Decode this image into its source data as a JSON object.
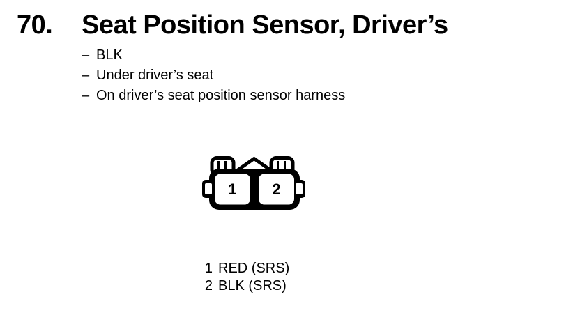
{
  "page": {
    "background": "#ffffff",
    "text_color": "#000000"
  },
  "header": {
    "item_number": "70.",
    "title": "Seat Position Sensor, Driver’s"
  },
  "notes": {
    "bullet": "–",
    "items": [
      "BLK",
      "Under driver’s seat",
      "On driver’s seat position sensor harness"
    ]
  },
  "connector": {
    "type": "2-cavity connector, front view",
    "cavity_labels": [
      "1",
      "2"
    ]
  },
  "pins": {
    "rows": [
      {
        "pin": "1",
        "label": "RED (SRS)"
      },
      {
        "pin": "2",
        "label": "BLK (SRS)"
      }
    ]
  }
}
